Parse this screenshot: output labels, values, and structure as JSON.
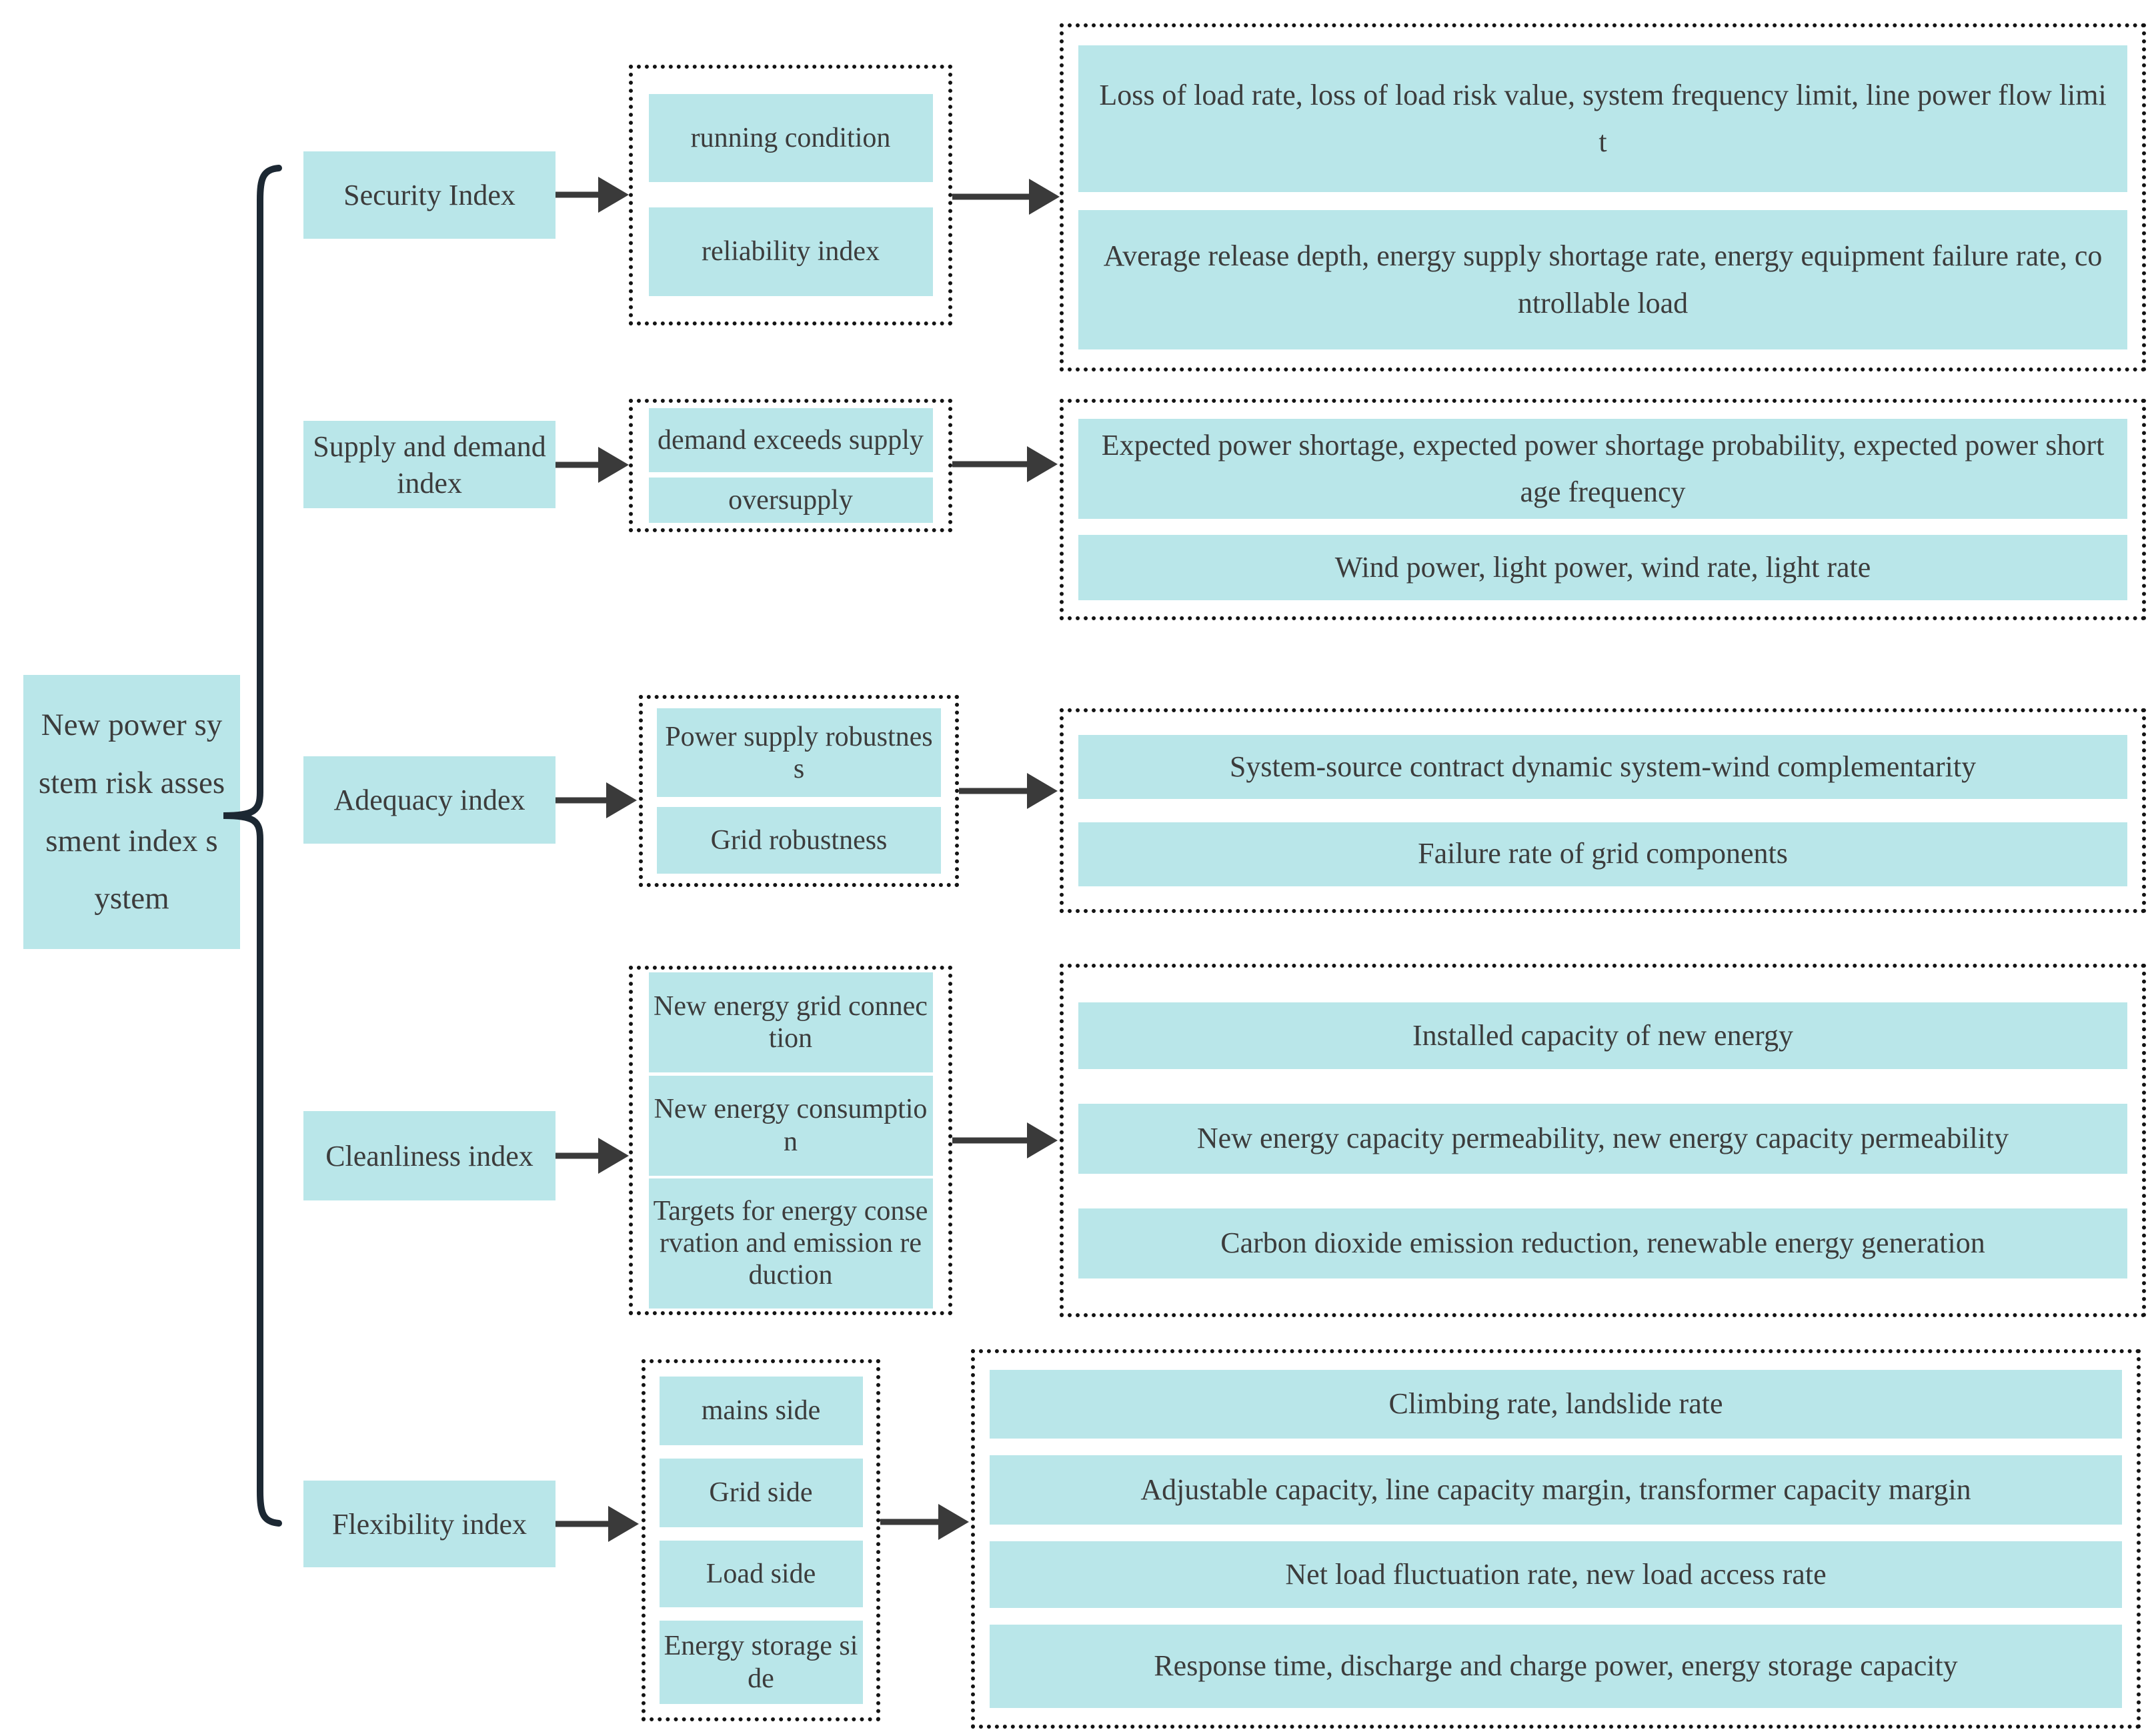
{
  "root": {
    "label": "New power system risk assessment index system"
  },
  "rows": [
    {
      "category": "Security Index",
      "subs": [
        "running condition",
        "reliability index"
      ],
      "leaves": [
        "Loss of load rate, loss of load risk value, system frequency limit, line power flow limit",
        "Average release depth, energy supply shortage rate, energy equipment failure rate, controllable load"
      ]
    },
    {
      "category": "Supply and demand index",
      "subs": [
        "demand exceeds supply",
        "oversupply"
      ],
      "leaves": [
        "Expected power shortage, expected power shortage probability, expected power shortage frequency",
        "Wind power, light power, wind rate, light rate"
      ]
    },
    {
      "category": "Adequacy index",
      "subs": [
        "Power supply robustness",
        "Grid robustness"
      ],
      "leaves": [
        "System-source contract dynamic system-wind complementarity",
        "Failure rate of grid components"
      ]
    },
    {
      "category": "Cleanliness index",
      "subs": [
        "New energy grid connection",
        "New energy consumption",
        "Targets for energy conservation and emission reduction"
      ],
      "leaves": [
        "Installed capacity of new energy",
        "New energy capacity permeability, new energy capacity permeability",
        "Carbon dioxide emission reduction, renewable energy generation"
      ]
    },
    {
      "category": "Flexibility index",
      "subs": [
        "mains side",
        "Grid side",
        "Load side",
        "Energy storage side"
      ],
      "leaves": [
        "Climbing rate, landslide rate",
        "Adjustable capacity, line capacity margin, transformer capacity margin",
        "Net load fluctuation rate, new load access rate",
        "Response time, discharge and charge power, energy storage capacity"
      ]
    }
  ],
  "colors": {
    "box_fill": "#b9e6e9",
    "dotted_border": "#141414",
    "arrow": "#3a3a3a",
    "brace": "#1c2833",
    "text": "#3c3c3c",
    "background": "#ffffff"
  }
}
